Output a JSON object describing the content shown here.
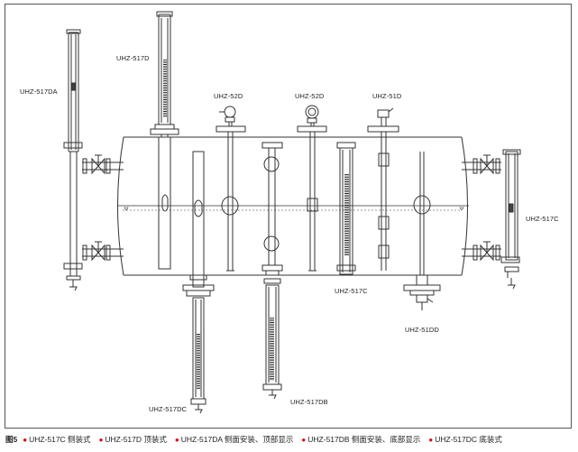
{
  "labels": {
    "l517DA": "UHZ-517DA",
    "l517D": "UHZ-517D",
    "l52D_a": "UHZ-52D",
    "l52D_b": "UHZ-52D",
    "l51D": "UHZ-51D",
    "l517C_right": "UHZ-517C",
    "l517C_center": "UHZ-517C",
    "l51DD": "UHZ-51DD",
    "l517DC": "UHZ-517DC",
    "l517DB": "UHZ-517DB"
  },
  "caption": {
    "figure": "图5",
    "items": [
      "UHZ-517C 侧装式",
      "UHZ-517D 顶装式",
      "UHZ-517DA 侧面安装、顶部显示",
      "UHZ-517DB 侧面安装、底部显示",
      "UHZ-517DC 底装式"
    ]
  },
  "colors": {
    "line": "#333333",
    "bullet": "#e60012"
  }
}
